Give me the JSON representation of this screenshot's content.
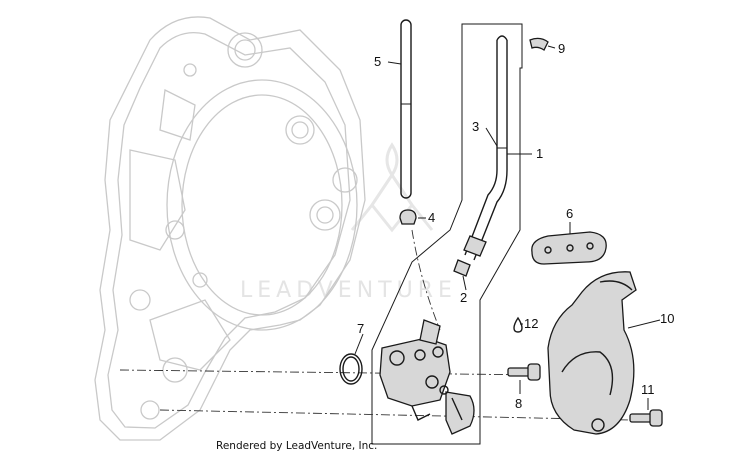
{
  "diagram": {
    "callouts": [
      "1",
      "2",
      "3",
      "4",
      "5",
      "6",
      "7",
      "8",
      "9",
      "10",
      "11",
      "12"
    ],
    "watermark": "LEADVENTURE",
    "credit": "Rendered by LeadVenture, Inc.",
    "colors": {
      "ghost_outline": "#c9c9c9",
      "part_outline": "#1a1a1a",
      "part_fill": "#d7d7d7",
      "watermark": "#e4e4e4"
    }
  }
}
